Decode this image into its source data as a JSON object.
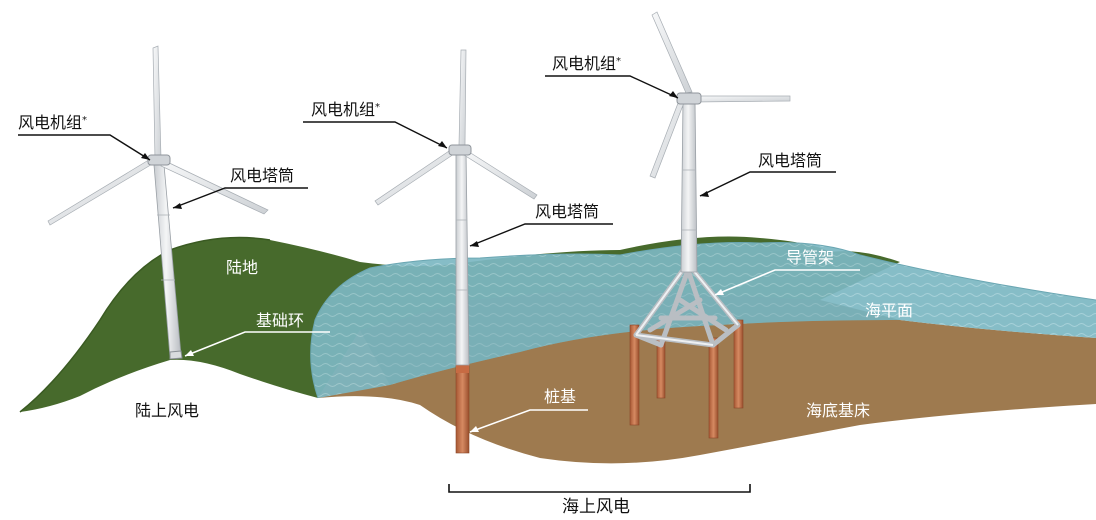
{
  "labels": {
    "turbine": "风电机组",
    "turbine_mark": "*",
    "tower": "风电塔筒",
    "land": "陆地",
    "foundation_ring": "基础环",
    "onshore_wind": "陆上风电",
    "jacket": "导管架",
    "sea_surface": "海平面",
    "pile": "桩基",
    "seabed": "海底基床",
    "offshore_wind": "海上风电"
  },
  "colors": {
    "land": "#476a2c",
    "land_edge": "#3a5a22",
    "seabed": "#9e7a4f",
    "water": "#77b3be",
    "water_light": "#a9d2da",
    "tower": "#e6e8ea",
    "pile": "#c2704a"
  }
}
